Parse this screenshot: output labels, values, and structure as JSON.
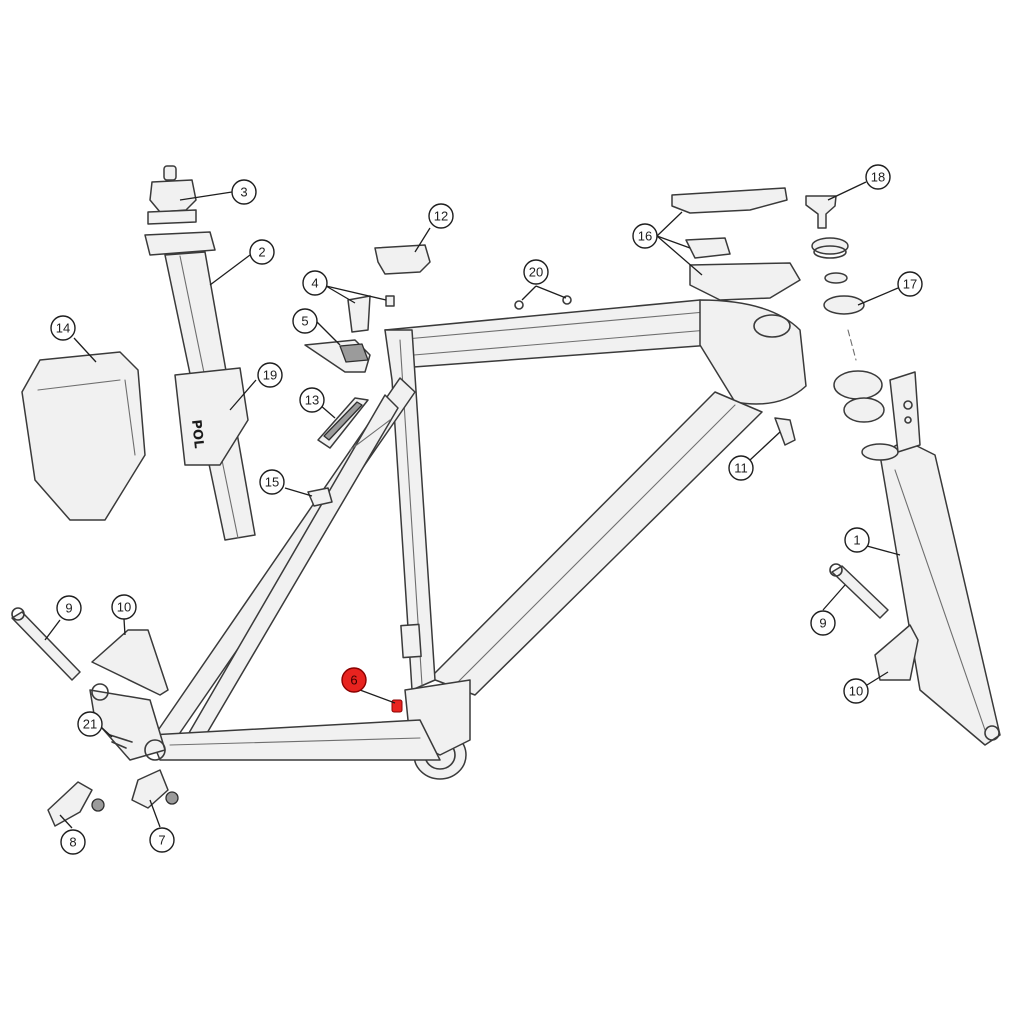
{
  "diagram": {
    "accent_color": "#e8231f",
    "highlighted_callout": "6",
    "logo_text": "POL",
    "callouts": [
      {
        "id": "c1",
        "label": "1"
      },
      {
        "id": "c2",
        "label": "2"
      },
      {
        "id": "c3",
        "label": "3"
      },
      {
        "id": "c4",
        "label": "4"
      },
      {
        "id": "c5",
        "label": "5"
      },
      {
        "id": "c6",
        "label": "6"
      },
      {
        "id": "c7",
        "label": "7"
      },
      {
        "id": "c8",
        "label": "8"
      },
      {
        "id": "c9a",
        "label": "9"
      },
      {
        "id": "c9b",
        "label": "9"
      },
      {
        "id": "c10a",
        "label": "10"
      },
      {
        "id": "c10b",
        "label": "10"
      },
      {
        "id": "c11",
        "label": "11"
      },
      {
        "id": "c12",
        "label": "12"
      },
      {
        "id": "c13",
        "label": "13"
      },
      {
        "id": "c14",
        "label": "14"
      },
      {
        "id": "c15",
        "label": "15"
      },
      {
        "id": "c16",
        "label": "16"
      },
      {
        "id": "c17",
        "label": "17"
      },
      {
        "id": "c18",
        "label": "18"
      },
      {
        "id": "c19",
        "label": "19"
      },
      {
        "id": "c20",
        "label": "20"
      },
      {
        "id": "c21",
        "label": "21"
      }
    ]
  }
}
